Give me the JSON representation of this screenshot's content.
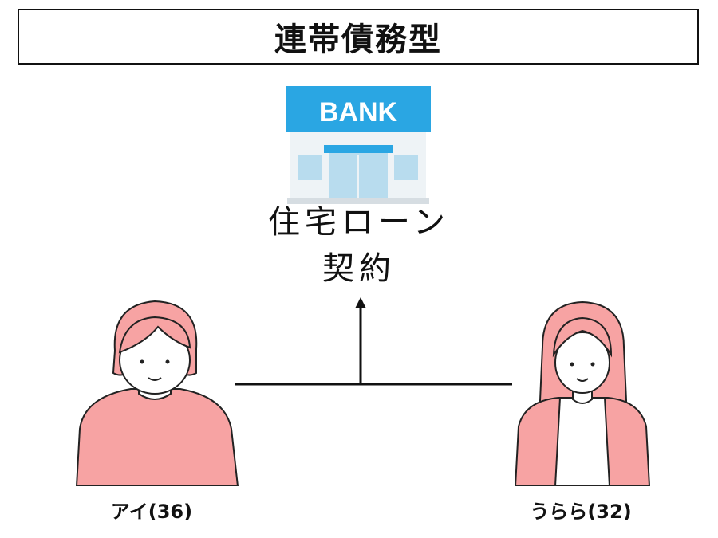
{
  "title": "連帯債務型",
  "bank": {
    "sign": "BANK",
    "sign_color": "#2aa6e3"
  },
  "loan": {
    "line1": "住宅ローン",
    "line2": "契約"
  },
  "people": [
    {
      "name": "アイ(36)",
      "color": "#f7a3a3"
    },
    {
      "name": "うらら(32)",
      "color": "#f7a3a3"
    }
  ]
}
